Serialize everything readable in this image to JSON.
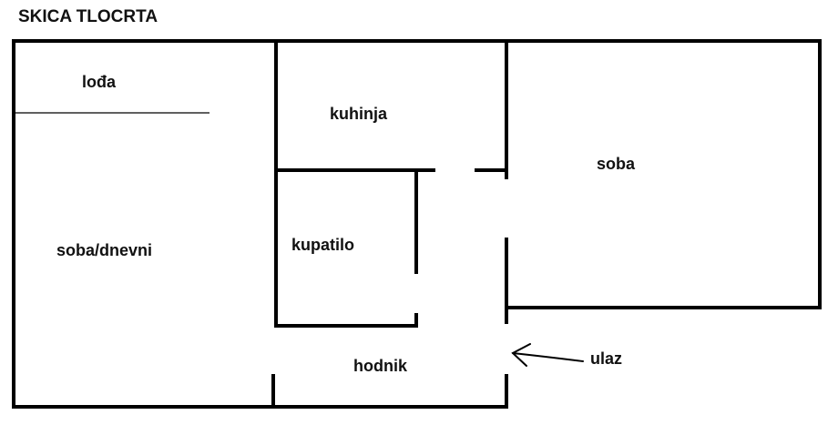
{
  "title": "SKICA TLOCRTA",
  "rooms": {
    "loggia": "lođa",
    "kitchen": "kuhinja",
    "bedroom": "soba",
    "living": "soba/dnevni",
    "bathroom": "kupatilo",
    "hallway": "hodnik"
  },
  "entrance": "ulaz",
  "colors": {
    "wall": "#000000",
    "text": "#111111"
  }
}
